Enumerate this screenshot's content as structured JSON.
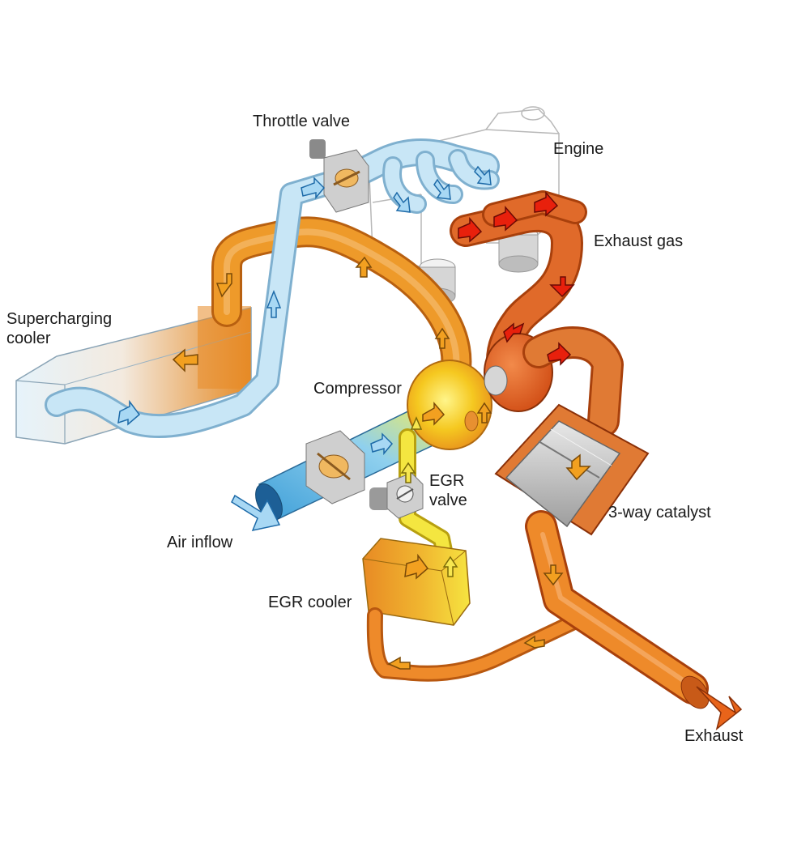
{
  "labels": {
    "throttle_valve": "Throttle valve",
    "engine": "Engine",
    "exhaust_gas": "Exhaust gas",
    "supercharging_cooler_line1": "Supercharging",
    "supercharging_cooler_line2": "cooler",
    "compressor": "Compressor",
    "egr_valve_line1": "EGR",
    "egr_valve_line2": "valve",
    "three_way_catalyst": "3-way catalyst",
    "air_inflow": "Air inflow",
    "egr_cooler": "EGR cooler",
    "exhaust": "Exhaust"
  },
  "colors": {
    "intake_air": "#9fd0ee",
    "intake_air_dark": "#3f9fd8",
    "charged_air": "#ee9a2a",
    "exhaust_gas": "#e2661e",
    "egr_gas": "#f2e020",
    "catalyst": "#c9c9c9",
    "arrow_intake": "#8ec8f0",
    "arrow_charged": "#f0a020",
    "arrow_exhaust": "#e02010"
  }
}
